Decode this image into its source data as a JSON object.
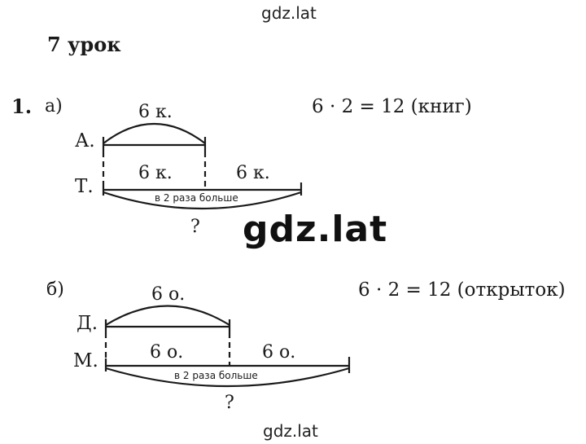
{
  "watermark": {
    "top": "gdz.lat",
    "center": "gdz.lat",
    "bottom": "gdz.lat"
  },
  "lesson_title": "7 урок",
  "task": {
    "number": "1.",
    "part_a": {
      "label": "а)",
      "equation": "6 · 2 = 12 (книг)",
      "row1_label": "А.",
      "row2_label": "Т.",
      "top_segment": "6 к.",
      "bottom_segment_1": "6 к.",
      "bottom_segment_2": "6 к.",
      "note": "в 2 раза больше",
      "question": "?"
    },
    "part_b": {
      "label": "б)",
      "equation": "6 · 2 = 12 (открыток)",
      "row1_label": "Д.",
      "row2_label": "М.",
      "top_segment": "6 о.",
      "bottom_segment_1": "6 о.",
      "bottom_segment_2": "6 о.",
      "note": "в 2 раза больше",
      "question": "?"
    }
  }
}
